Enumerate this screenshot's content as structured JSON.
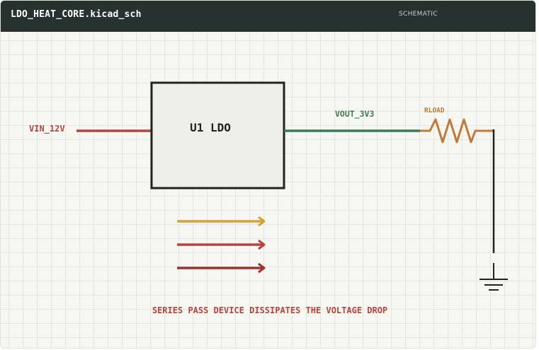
{
  "window": {
    "title": "LDO_HEAT_CORE.kicad_sch",
    "mode": "SCHEMATIC"
  },
  "schematic": {
    "input_net": "VIN_12V",
    "component": "U1 LDO",
    "output_net": "VOUT_3V3",
    "load": "RLOAD",
    "caption": "SERIES PASS DEVICE DISSIPATES THE VOLTAGE DROP"
  },
  "colors": {
    "input_net": "#b5453c",
    "output_net": "#3e7a52",
    "load": "#c27a3a",
    "ground": "#222222",
    "heat_arrow_1": "#d4a236",
    "heat_arrow_2": "#b5453c",
    "heat_arrow_3": "#9a3532"
  },
  "icons": [
    "resistor-icon",
    "ground-icon",
    "heat-arrow-icon"
  ]
}
